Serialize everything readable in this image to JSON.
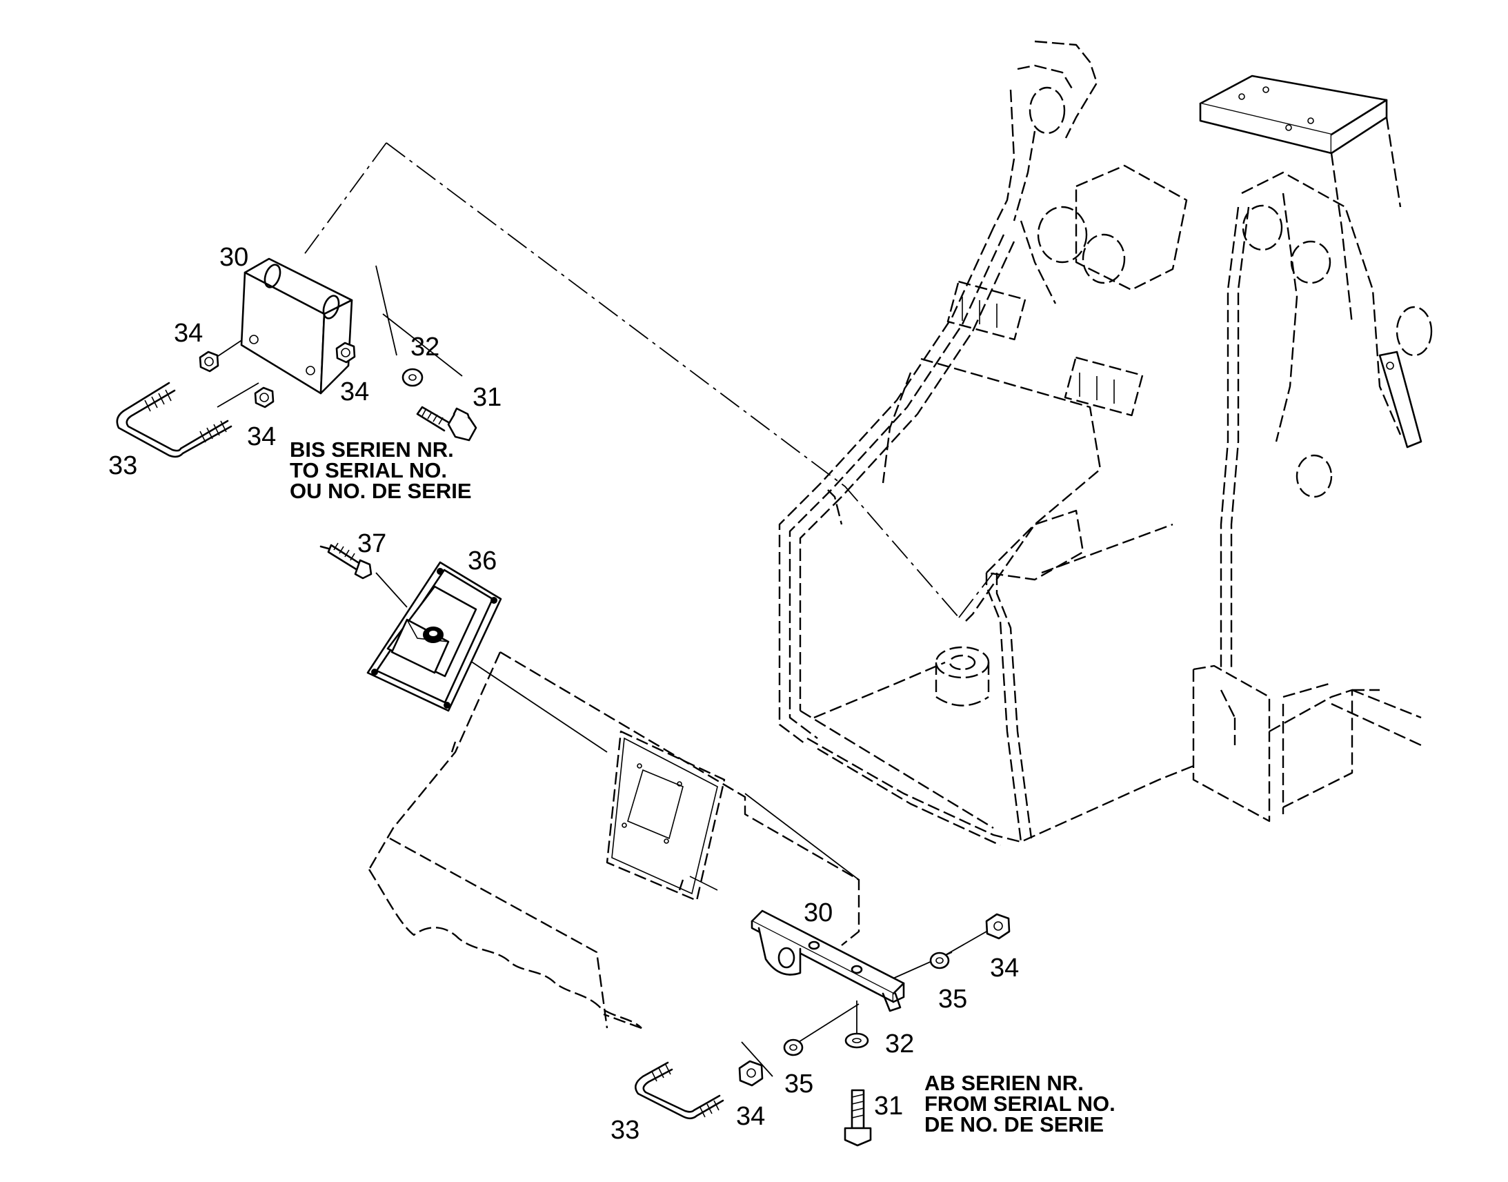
{
  "callouts": {
    "upper_30": "30",
    "upper_34_a": "34",
    "upper_34_b": "34",
    "upper_34_c": "34",
    "upper_32": "32",
    "upper_31": "31",
    "upper_33": "33",
    "screw_37": "37",
    "handle_36": "36",
    "lower_30": "30",
    "lower_34_right": "34",
    "lower_35_right": "35",
    "lower_32": "32",
    "lower_35_left": "35",
    "lower_31": "31",
    "lower_34_left": "34",
    "lower_33": "33"
  },
  "notes": {
    "to_serial": [
      "BIS SERIEN NR.",
      "TO SERIAL NO.",
      "OU NO. DE SERIE"
    ],
    "from_serial": [
      "AB SERIEN NR.",
      "FROM SERIAL NO.",
      "DE NO. DE SERIE"
    ]
  }
}
